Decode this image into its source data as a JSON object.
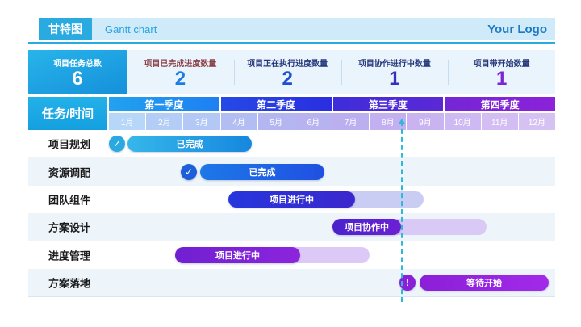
{
  "header": {
    "badge": "甘特图",
    "subtitle": "Gantt chart",
    "logo": "Your Logo"
  },
  "stats": [
    {
      "label": "项目任务总数",
      "value": "6"
    },
    {
      "label": "项目已完成进度数量",
      "value": "2"
    },
    {
      "label": "项目正在执行进度数量",
      "value": "2"
    },
    {
      "label": "项目协作进行中数量",
      "value": "1"
    },
    {
      "label": "项目带开始数量",
      "value": "1"
    }
  ],
  "table": {
    "corner": "任务/时间",
    "quarters": [
      "第一季度",
      "第二季度",
      "第三季度",
      "第四季度"
    ],
    "months": [
      "1月",
      "2月",
      "3月",
      "4月",
      "5月",
      "6月",
      "7月",
      "8月",
      "9月",
      "10月",
      "11月",
      "12月"
    ]
  },
  "tasks": [
    {
      "name": "项目规划",
      "status": "已完成",
      "badge": "✓"
    },
    {
      "name": "资源调配",
      "status": "已完成",
      "badge": "✓"
    },
    {
      "name": "团队组件",
      "status": "项目进行中"
    },
    {
      "name": "方案设计",
      "status": "项目协作中"
    },
    {
      "name": "进度管理",
      "status": "项目进行中"
    },
    {
      "name": "方案落地",
      "status": "等待开始",
      "badge": "!"
    }
  ],
  "colors": {
    "accent_cyan": "#29abe2",
    "quarter_q1": "#1e8ff2",
    "quarter_q2": "#2a2ee0",
    "quarter_q3": "#4a2ad8",
    "quarter_q4": "#8023d8",
    "today_line": "#2fb9d8"
  },
  "chart_data": {
    "type": "bar",
    "subtype": "gantt",
    "title": "甘特图 (Gantt chart)",
    "x_axis": {
      "quarters": [
        "第一季度",
        "第二季度",
        "第三季度",
        "第四季度"
      ],
      "months": [
        "1月",
        "2月",
        "3月",
        "4月",
        "5月",
        "6月",
        "7月",
        "8月",
        "9月",
        "10月",
        "11月",
        "12月"
      ],
      "unit": "months elapsed from Jan 1, range 0-12"
    },
    "tasks": [
      {
        "name": "项目规划",
        "label": "已完成",
        "bar_start": 0.5,
        "bar_end": 3.9,
        "marker": "check"
      },
      {
        "name": "资源调配",
        "label": "已完成",
        "bar_start": 2.5,
        "bar_end": 5.8,
        "marker": "check"
      },
      {
        "name": "团队组件",
        "label": "项目进行中",
        "bar_start": 3.2,
        "bar_end": 6.6,
        "track_end": 8.5
      },
      {
        "name": "方案设计",
        "label": "项目协作中",
        "bar_start": 6.0,
        "bar_end": 7.9,
        "track_end": 10.2
      },
      {
        "name": "进度管理",
        "label": "项目进行中",
        "bar_start": 1.8,
        "bar_end": 5.2,
        "track_end": 7.0
      },
      {
        "name": "方案落地",
        "label": "等待开始",
        "bar_start": 8.4,
        "bar_end": 11.8,
        "marker": "exclaim"
      }
    ],
    "today_line_position": 7.9,
    "legend_position": "none",
    "grid": false
  }
}
